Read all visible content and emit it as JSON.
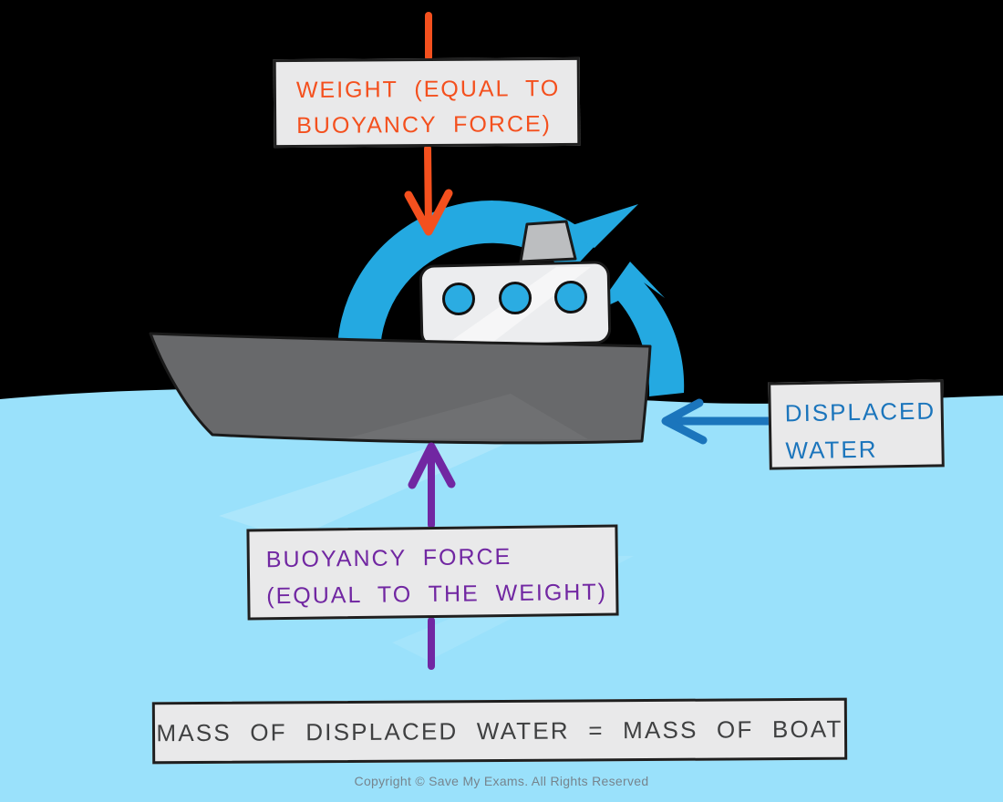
{
  "labels": {
    "weight": {
      "line1": "WEIGHT (EQUAL TO",
      "line2": "BUOYANCY FORCE)"
    },
    "buoyancy": {
      "line1": "BUOYANCY FORCE",
      "line2": "(EQUAL TO THE WEIGHT)"
    },
    "displaced": {
      "line1": "DISPLACED",
      "line2": "WATER"
    },
    "equation": "MASS OF DISPLACED WATER = MASS OF BOAT",
    "copyright": "Copyright © Save My Exams. All Rights Reserved"
  },
  "icons": {
    "weight_arrow": "arrow-down",
    "buoyancy_arrow": "arrow-up",
    "displaced_arrow": "arrow-left",
    "rotation_swirl": "circular-rotation-arrow"
  },
  "colors": {
    "background": "#000000",
    "water": "#9AE1FB",
    "swirl_blue": "#24A9E1",
    "hull_gray": "#68696B",
    "cabin_gray": "#ECEDEF",
    "funnel_gray": "#BCBEC0",
    "porthole_blue": "#2BACE2",
    "outline": "#1A1A1A",
    "weight_accent": "#F4501E",
    "buoyancy_accent": "#7127A2",
    "displaced_accent": "#1B75BC",
    "box_bg": "#E9E9EA",
    "box_border": "#1F1F1F",
    "equation_text": "#3F4041",
    "copyright_text": "#76848D",
    "highlight": "#FFFFFF"
  }
}
